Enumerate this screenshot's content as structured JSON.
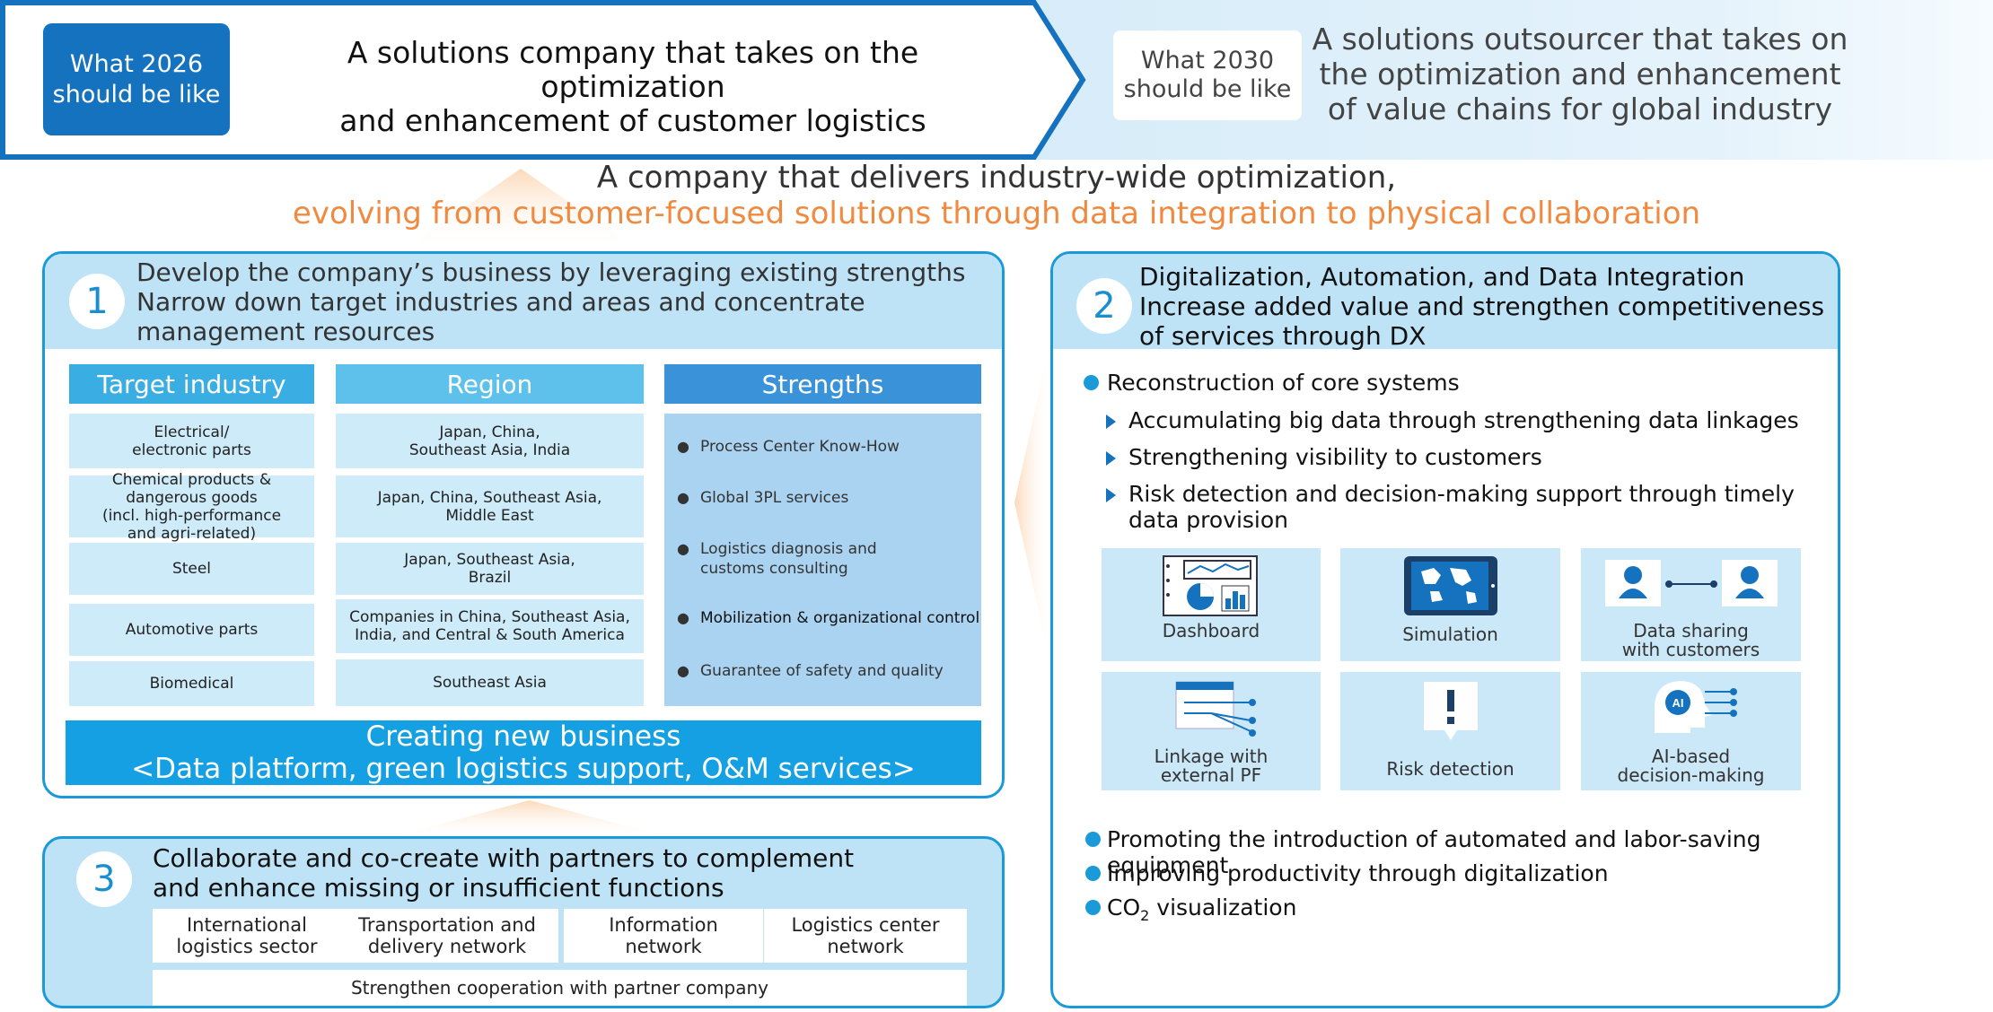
{
  "header": {
    "badge_2026": "What 2026\nshould be like",
    "text_2026": "A solutions company that takes on the optimization\nand enhancement of customer logistics",
    "badge_2030": "What 2030\nshould be like",
    "text_2030": "A solutions outsourcer that takes on\nthe optimization and enhancement\nof value chains for global industry"
  },
  "vision": {
    "line1": "A company that delivers industry-wide optimization,",
    "line2": "evolving from customer-focused solutions through data integration to physical collaboration"
  },
  "panel1": {
    "number": "1",
    "heading": "Develop the company’s business by leveraging existing strengths\nNarrow down target industries and areas and concentrate\nmanagement resources",
    "columns": {
      "industry": "Target industry",
      "region": "Region",
      "strengths": "Strengths"
    },
    "rows": [
      {
        "industry": "Electrical/\nelectronic parts",
        "region": "Japan, China,\nSoutheast Asia, India"
      },
      {
        "industry": "Chemical products &\ndangerous goods\n(incl. high-performance\nand agri-related)",
        "region": "Japan, China, Southeast Asia,\nMiddle East"
      },
      {
        "industry": "Steel",
        "region": "Japan, Southeast Asia,\nBrazil"
      },
      {
        "industry": "Automotive parts",
        "region": "Companies in China, Southeast Asia,\nIndia, and Central & South America"
      },
      {
        "industry": "Biomedical",
        "region": "Southeast Asia"
      }
    ],
    "strengths": [
      "Process Center Know-How",
      "Global 3PL services",
      "Logistics diagnosis and\ncustoms consulting",
      "Mobilization & organizational control",
      "Guarantee of safety and quality"
    ],
    "creating": "Creating new business\n<Data platform, green logistics support, O&M services>"
  },
  "panel3": {
    "number": "3",
    "heading": "Collaborate and co-create with partners to complement\nand enhance missing or insufficient functions",
    "partners": [
      "International\nlogistics sector",
      "Transportation and\ndelivery network",
      "Information\nnetwork",
      "Logistics center\nnetwork"
    ],
    "cooperation": "Strengthen cooperation with partner company"
  },
  "panel2": {
    "number": "2",
    "heading": "Digitalization, Automation, and Data Integration\nIncrease added value and strengthen competitiveness\nof services through DX",
    "main_bullet": "Reconstruction of core systems",
    "sub_bullets": [
      "Accumulating big data through strengthening data linkages",
      "Strengthening visibility to customers",
      "Risk detection and decision-making support through timely\ndata provision"
    ],
    "tiles": [
      {
        "label": "Dashboard",
        "icon": "dashboard-icon"
      },
      {
        "label": "Simulation",
        "icon": "tablet-map-icon"
      },
      {
        "label": "Data sharing\nwith customers",
        "icon": "users-link-icon"
      },
      {
        "label": "Linkage with\nexternal PF",
        "icon": "window-network-icon"
      },
      {
        "label": "Risk detection",
        "icon": "warning-sign-icon"
      },
      {
        "label": "AI-based\ndecision-making",
        "icon": "ai-head-icon"
      }
    ],
    "bottom_bullets": [
      "Promoting the introduction of automated and labor-saving equipment",
      "Improving productivity through digitalization"
    ],
    "co2_prefix": "CO",
    "co2_sub": "2",
    "co2_suffix": " visualization"
  },
  "colors": {
    "brand_blue": "#1472be",
    "accent_orange": "#f08a40",
    "panel_border": "#1a9ad8",
    "light_blue": "#cdebf8"
  }
}
